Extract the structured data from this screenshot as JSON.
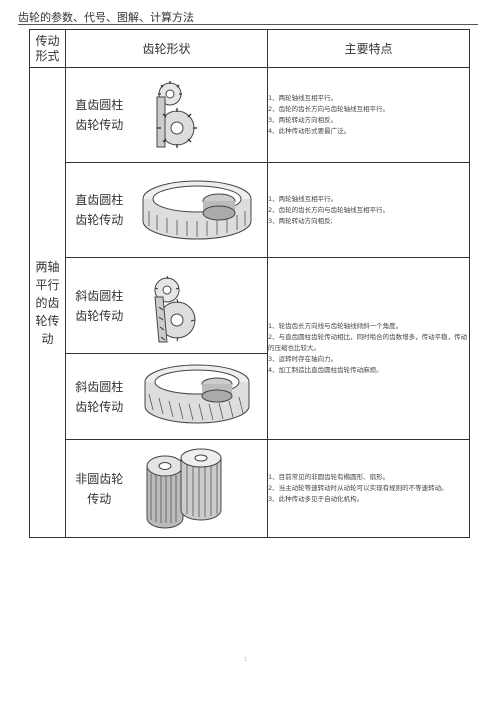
{
  "header": {
    "title": "齿轮的参数、代号、图解、计算方法"
  },
  "table": {
    "col_headers": {
      "type": "传动\n形式",
      "shape": "齿轮形状",
      "features": "主要特点"
    },
    "category": "两轴\n平行\n的齿\n轮传\n动",
    "rows": [
      {
        "name": "直齿圆柱\n齿轮传动",
        "image_icon": "spur-gear-pair-icon",
        "features": [
          "1、两轮轴线互相平行。",
          "2、齿轮的齿长方向与齿轮轴线互相平行。",
          "3、两轮转动方向相反。",
          "4、此种传动形式要最广泛。"
        ]
      },
      {
        "name": "直齿圆柱\n齿轮传动",
        "image_icon": "internal-spur-gear-icon",
        "features": [
          "1、两轮轴线互相平行。",
          "2、齿轮的齿长方向与齿轮轴线互相平行。",
          "3、两轮转动方向相反;"
        ]
      },
      {
        "name": "斜齿圆柱\n齿轮传动",
        "image_icon": "helical-gear-pair-icon",
        "features": []
      },
      {
        "name": "斜齿圆柱\n齿轮传动",
        "image_icon": "internal-helical-gear-icon",
        "features": [
          "1、轮齿齿长方向线与齿轮轴线倾斜一个角度。",
          "2、与直齿圆柱齿轮传动相比，同时啮合的齿数增多，传动平稳，传动的压缩也比较大。",
          "3、运转时存在轴向力。",
          "4、加工制造比直齿圆柱齿轮传动麻烦。"
        ]
      },
      {
        "name": "非圆齿轮\n传动",
        "image_icon": "elliptical-gear-pair-icon",
        "features": [
          "1、目前常见的非圆齿轮有椭圆形、扇形。",
          "2、当主动轮等速转动时从动轮可以实现有规则的不等速转动。",
          "3、此种传动多见于自动化机构。"
        ]
      }
    ]
  },
  "footer": {
    "page": "1"
  }
}
